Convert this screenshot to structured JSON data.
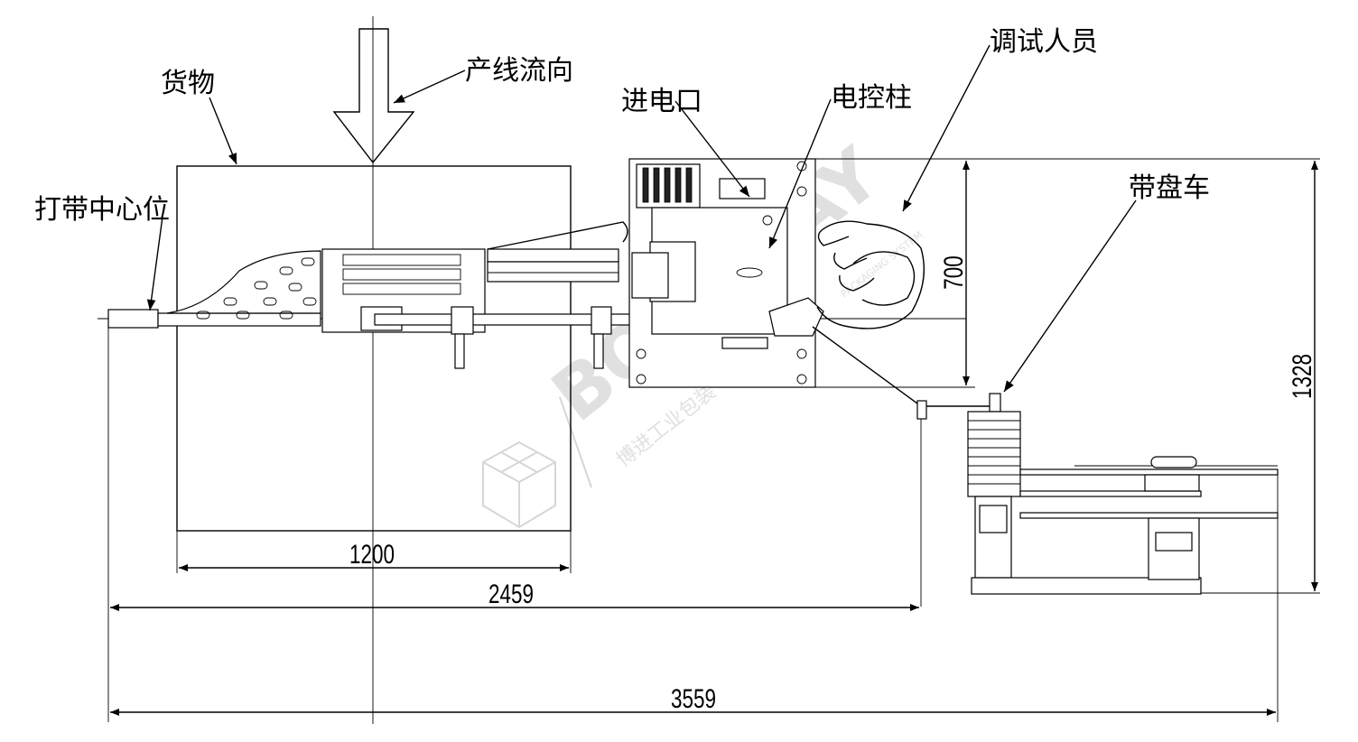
{
  "labels": {
    "cargo": "货物",
    "flow": "产线流向",
    "center": "打带中心位",
    "inlet": "进电口",
    "cabinet": "电控柱",
    "operator": "调试人员",
    "cart": "带盘车"
  },
  "dimensions": {
    "width_cargo": "1200",
    "width_main": "2459",
    "width_total": "3559",
    "depth_operator": "700",
    "depth_total": "1328"
  },
  "watermark": {
    "brand": "BOLEWAY",
    "cn": "博进工业包装",
    "en": "PACKAGING SYSTEM"
  }
}
